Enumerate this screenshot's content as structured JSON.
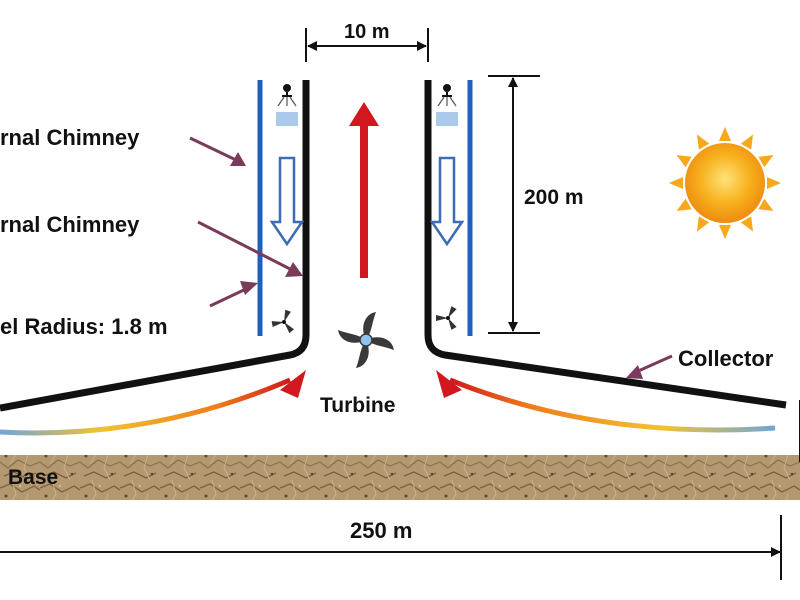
{
  "labels": {
    "width_dim": "10 m",
    "height_dim": "200 m",
    "base_dim": "250 m",
    "outer_chimney": "rnal Chimney",
    "inner_chimney": "rnal Chimney",
    "radius": "el Radius: 1.8 m",
    "collector": "Collector",
    "turbine": "Turbine",
    "base": "Base"
  },
  "colors": {
    "chimney_wall": "#111111",
    "outer_tube": "#1f5fbf",
    "updraft_arrow": "#d0181e",
    "pointer_arrow": "#7a3a5a",
    "downdraft_outline": "#3d6db0",
    "sun": "#f7a81b",
    "ground": "#a98c63"
  },
  "icons": {
    "sun": "sun-icon",
    "turbine": "turbine-fan-icon",
    "small_fan": "small-fan-icon",
    "sprayer": "water-sprayer-icon"
  }
}
